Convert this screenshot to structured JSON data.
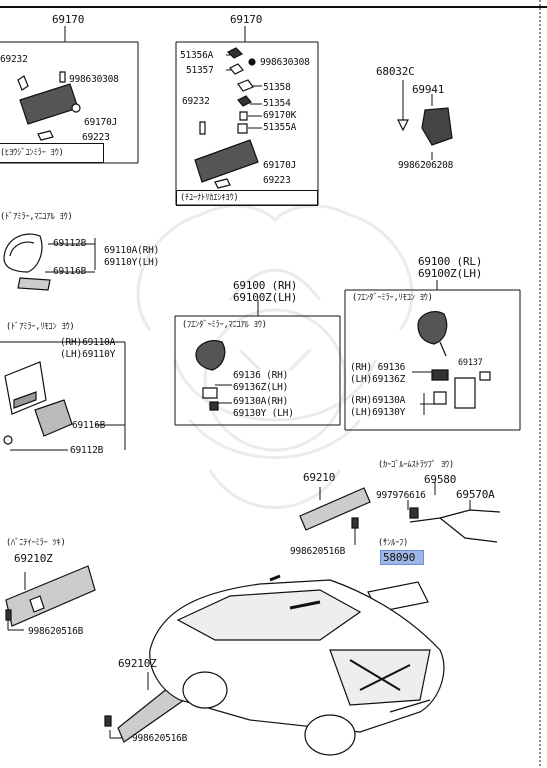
{
  "colors": {
    "ink": "#111111",
    "highlight": "#9fb7e6",
    "watermark": "#e6e6e6"
  },
  "labels": {
    "l69170a": "69170",
    "l69232a": "69232",
    "l998630308a": "998630308",
    "l69170ja": "69170J",
    "l69223a": "69223",
    "noteRoomMirror": "(ﾋﾖｳｼﾞﾕﾝﾐﾗｰ ﾖｳ)",
    "l69170b": "69170",
    "l51356a": "51356A",
    "l51357": "51357",
    "l998630308b": "998630308",
    "l51358": "51358",
    "l69232b": "69232",
    "l51354": "51354",
    "l69170k": "69170K",
    "l51355a": "51355A",
    "l69170jb": "69170J",
    "l69223b": "69223",
    "noteTiltMirror": "(ﾁﾕｰﾅﾄﾘｶｴｼｷﾖｳ)",
    "l68032c": "68032C",
    "l69941": "69941",
    "l9986206208": "9986206208",
    "noteDoorManual": "(ﾄﾞｱﾐﾗｰ,ﾏﾆﾕｱﾙ ﾖｳ)",
    "l69112b1": "69112B",
    "l69110arh": "69110A(RH)",
    "l69110ylh": "69110Y(LH)",
    "l69116b1": "69116B",
    "l69100rh": "69100 (RH)",
    "l69100zlh": "69100Z(LH)",
    "noteFenderManual": "(ﾌｴﾝﾀﾞｰﾐﾗｰ,ﾏﾆﾕｱﾙ ﾖｳ)",
    "l69136rh": "69136 (RH)",
    "l69136zlh": "69136Z(LH)",
    "l69130arh": "69130A(RH)",
    "l69130ylh": "69130Y (LH)",
    "l69100rl": "69100 (RL)",
    "l69100zlh2": "69100Z(LH)",
    "noteFenderRemote": "(ﾌｴﾝﾀﾞｰﾐﾗｰ,ﾘﾓｺﾝ ﾖｳ)",
    "l69137": "69137",
    "l69136rh2": "(RH) 69136",
    "l69136zlh2": "(LH)69136Z",
    "l69130arh2": "(RH)69130A",
    "l69130ylh2": "(LH)69130Y",
    "noteDoorRemote": "(ﾄﾞｱﾐﾗｰ,ﾘﾓｺﾝ ﾖｳ)",
    "l69110arh2": "(RH)69110A",
    "l69110ylh2": "(LH)69110Y",
    "l69116b2": "69116B",
    "l69112b2": "69112B",
    "l69210a": "69210",
    "l998620516ba": "998620516B",
    "noteCargoStrap": "(ｶｰｺﾞﾙｰﾑｽﾄﾗﾂﾌﾟ ﾖｳ)",
    "l69580": "69580",
    "l997976616": "997976616",
    "l69570a": "69570A",
    "noteSunroof": "(ｻﾝﾙｰﾌ)",
    "l58090": "58090",
    "noteVanityMirror": "(ﾊﾞﾆﾃｲｰﾐﾗｰ ﾂｷ)",
    "l69210za": "69210Z",
    "l998620516bb": "998620516B",
    "l69210zb": "69210Z",
    "l998620516bc": "998620516B"
  }
}
